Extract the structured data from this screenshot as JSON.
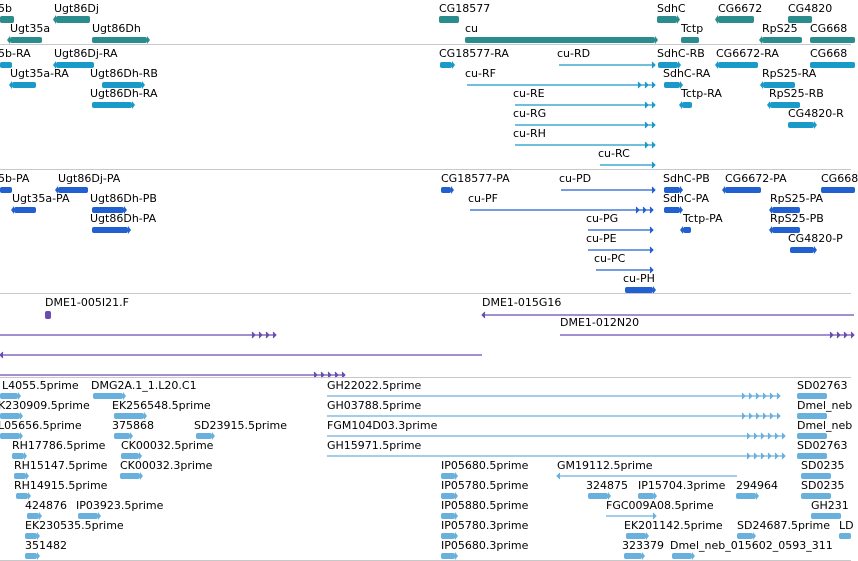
{
  "colors": {
    "gene": "#2a8c8c",
    "transcript": "#1a9ac8",
    "protein": "#2060d0",
    "clone": "#6a4caf",
    "est": "#6ab0dc",
    "divider": "#c8c8c8"
  },
  "tracks": [
    {
      "name": "genes",
      "color_key": "gene",
      "features": [
        {
          "label": "5b",
          "arrow": "none"
        },
        {
          "label": "Ugt86Dj",
          "arrow": "left"
        },
        {
          "label": "Ugt35a",
          "arrow": "left"
        },
        {
          "label": "Ugt86Dh",
          "arrow": "right"
        },
        {
          "label": "CG18577",
          "arrow": "none"
        },
        {
          "label": "cu",
          "arrow": "right"
        },
        {
          "label": "SdhC",
          "arrow": "right"
        },
        {
          "label": "CG6672",
          "arrow": "left"
        },
        {
          "label": "CG4820",
          "arrow": "none"
        },
        {
          "label": "Tctp",
          "arrow": "none"
        },
        {
          "label": "RpS25",
          "arrow": "left"
        },
        {
          "label": "CG668",
          "arrow": "none"
        }
      ]
    },
    {
      "name": "transcripts",
      "color_key": "transcript",
      "features": [
        {
          "label": "5b-RA",
          "arrow": "none"
        },
        {
          "label": "Ugt86Dj-RA",
          "arrow": "left"
        },
        {
          "label": "Ugt35a-RA",
          "arrow": "left"
        },
        {
          "label": "Ugt86Dh-RB",
          "arrow": "right"
        },
        {
          "label": "Ugt86Dh-RA",
          "arrow": "right"
        },
        {
          "label": "CG18577-RA",
          "arrow": "right"
        },
        {
          "label": "cu-RD",
          "arrow": "right"
        },
        {
          "label": "cu-RF",
          "arrow": "right"
        },
        {
          "label": "cu-RE",
          "arrow": "right"
        },
        {
          "label": "cu-RG",
          "arrow": "right"
        },
        {
          "label": "cu-RH",
          "arrow": "right"
        },
        {
          "label": "cu-RC",
          "arrow": "right"
        },
        {
          "label": "SdhC-RB",
          "arrow": "right"
        },
        {
          "label": "SdhC-RA",
          "arrow": "right"
        },
        {
          "label": "Tctp-RA",
          "arrow": "left"
        },
        {
          "label": "CG6672-RA",
          "arrow": "left"
        },
        {
          "label": "RpS25-RA",
          "arrow": "left"
        },
        {
          "label": "RpS25-RB",
          "arrow": "left"
        },
        {
          "label": "CG4820-R",
          "arrow": "right"
        },
        {
          "label": "CG668",
          "arrow": "none"
        }
      ]
    },
    {
      "name": "proteins",
      "color_key": "protein",
      "features": [
        {
          "label": "5b-PA",
          "arrow": "none"
        },
        {
          "label": "Ugt86Dj-PA",
          "arrow": "left"
        },
        {
          "label": "Ugt35a-PA",
          "arrow": "left"
        },
        {
          "label": "Ugt86Dh-PB",
          "arrow": "right"
        },
        {
          "label": "Ugt86Dh-PA",
          "arrow": "right"
        },
        {
          "label": "CG18577-PA",
          "arrow": "right"
        },
        {
          "label": "cu-PD",
          "arrow": "right"
        },
        {
          "label": "cu-PF",
          "arrow": "right"
        },
        {
          "label": "cu-PG",
          "arrow": "right"
        },
        {
          "label": "cu-PE",
          "arrow": "right"
        },
        {
          "label": "cu-PC",
          "arrow": "right"
        },
        {
          "label": "cu-PH",
          "arrow": "right"
        },
        {
          "label": "SdhC-PB",
          "arrow": "right"
        },
        {
          "label": "SdhC-PA",
          "arrow": "right"
        },
        {
          "label": "Tctp-PA",
          "arrow": "left"
        },
        {
          "label": "CG6672-PA",
          "arrow": "left"
        },
        {
          "label": "RpS25-PA",
          "arrow": "left"
        },
        {
          "label": "RpS25-PB",
          "arrow": "left"
        },
        {
          "label": "CG4820-P",
          "arrow": "right"
        },
        {
          "label": "CG668",
          "arrow": "none"
        }
      ]
    },
    {
      "name": "clones",
      "color_key": "clone",
      "features": [
        {
          "label": "DME1-005I21.F",
          "arrow": "none"
        },
        {
          "label": "DME1-015G16",
          "arrow": "left"
        },
        {
          "label": "DME1-012N20",
          "arrow": "right"
        },
        {
          "label": "",
          "arrow": "right"
        },
        {
          "label": "",
          "arrow": "left"
        },
        {
          "label": "",
          "arrow": "right"
        }
      ]
    },
    {
      "name": "ests",
      "color_key": "est",
      "features": [
        {
          "label": "L4055.5prime",
          "arrow": "right"
        },
        {
          "label": "DMG2A.1_1.L20.C1",
          "arrow": "right"
        },
        {
          "label": "GH22022.5prime",
          "arrow": "right"
        },
        {
          "label": "SD02763",
          "arrow": "none"
        },
        {
          "label": "K230909.5prime",
          "arrow": "right"
        },
        {
          "label": "EK256548.5prime",
          "arrow": "right"
        },
        {
          "label": "GH03788.5prime",
          "arrow": "right"
        },
        {
          "label": "Dmel_neb",
          "arrow": "none"
        },
        {
          "label": "L05656.5prime",
          "arrow": "right"
        },
        {
          "label": "375868",
          "arrow": "right"
        },
        {
          "label": "SD23915.5prime",
          "arrow": "right"
        },
        {
          "label": "FGM104D03.3prime",
          "arrow": "right"
        },
        {
          "label": "Dmel_neb",
          "arrow": "none"
        },
        {
          "label": "RH17786.5prime",
          "arrow": "right"
        },
        {
          "label": "CK00032.5prime",
          "arrow": "right"
        },
        {
          "label": "GH15971.5prime",
          "arrow": "right"
        },
        {
          "label": "SD02763",
          "arrow": "none"
        },
        {
          "label": "RH15147.5prime",
          "arrow": "right"
        },
        {
          "label": "CK00032.3prime",
          "arrow": "right"
        },
        {
          "label": "IP05680.5prime",
          "arrow": "right"
        },
        {
          "label": "GM19112.5prime",
          "arrow": "left"
        },
        {
          "label": "SD0235",
          "arrow": "none"
        },
        {
          "label": "RH14915.5prime",
          "arrow": "right"
        },
        {
          "label": "IP05780.5prime",
          "arrow": "right"
        },
        {
          "label": "324875",
          "arrow": "right"
        },
        {
          "label": "IP15704.3prime",
          "arrow": "right"
        },
        {
          "label": "294964",
          "arrow": "right"
        },
        {
          "label": "SD0235",
          "arrow": "none"
        },
        {
          "label": "424876",
          "arrow": "right"
        },
        {
          "label": "IP03923.5prime",
          "arrow": "right"
        },
        {
          "label": "IP05880.5prime",
          "arrow": "right"
        },
        {
          "label": "FGC009A08.5prime",
          "arrow": "right"
        },
        {
          "label": "GH231",
          "arrow": "none"
        },
        {
          "label": "EK230535.5prime",
          "arrow": "right"
        },
        {
          "label": "IP05780.3prime",
          "arrow": "right"
        },
        {
          "label": "EK201142.5prime",
          "arrow": "right"
        },
        {
          "label": "SD24687.5prime",
          "arrow": "right"
        },
        {
          "label": "LD",
          "arrow": "none"
        },
        {
          "label": "351482",
          "arrow": "right"
        },
        {
          "label": "IP05680.3prime",
          "arrow": "right"
        },
        {
          "label": "323379",
          "arrow": "right"
        },
        {
          "label": "Dmel_neb_015602_0593_311",
          "arrow": "right"
        }
      ]
    }
  ]
}
